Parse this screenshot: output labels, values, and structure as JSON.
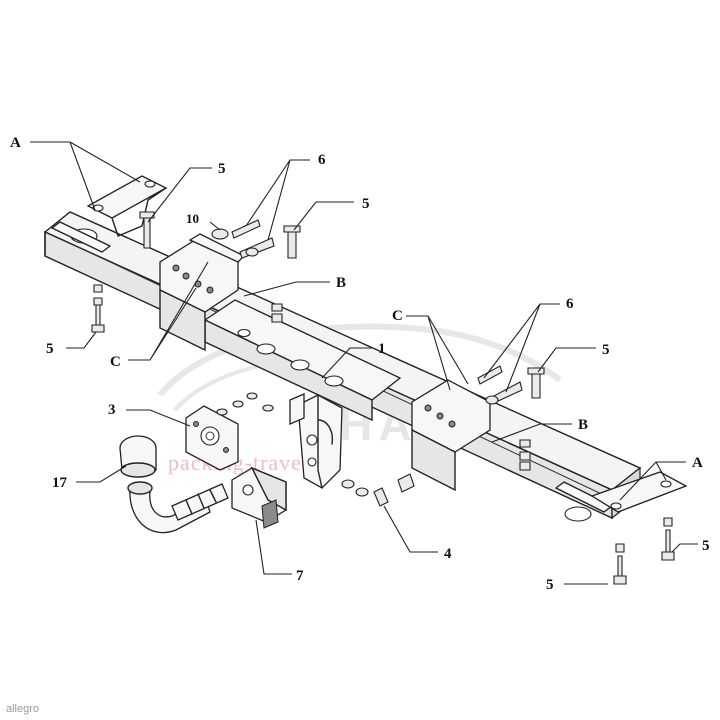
{
  "labels": {
    "a_left": "A",
    "a_right": "A",
    "b_left": "B",
    "b_right": "B",
    "c_left_top": "C",
    "c_left_bottom": "C",
    "part_1": "1",
    "part_3": "3",
    "part_4": "4",
    "part_5_top_left": "5",
    "part_5_top_mid": "5",
    "part_5_left": "5",
    "part_5_right_mid": "5",
    "part_5_right": "5",
    "part_5_bottom": "5",
    "part_6_left": "6",
    "part_6_right": "6",
    "part_7": "7",
    "part_10": "10",
    "part_17": "17"
  },
  "watermark": {
    "brand": "CHARA",
    "tagline": "packing-travel"
  },
  "credit": "allegro"
}
